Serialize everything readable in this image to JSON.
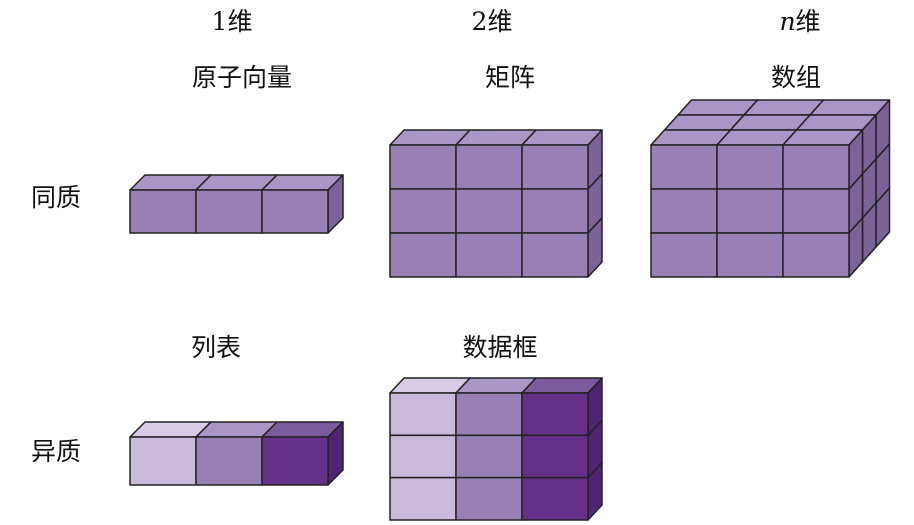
{
  "columns": [
    {
      "dim_prefix": "1",
      "dim_suffix": "维",
      "name": "原子向量"
    },
    {
      "dim_prefix": "2",
      "dim_suffix": "维",
      "name": "矩阵"
    },
    {
      "dim_prefix": "n",
      "dim_suffix": "维",
      "name": "数组"
    }
  ],
  "rows": [
    {
      "label": "同质"
    },
    {
      "label": "异质"
    }
  ],
  "heterogeneous_names": [
    "列表",
    "数据框"
  ],
  "colors": {
    "uniform": {
      "front": "#9880b4",
      "top": "#a995c6",
      "side": "#7b6399"
    },
    "light": {
      "front": "#c9badb",
      "top": "#d7cbe6",
      "side": "#ac9bc2"
    },
    "medium": {
      "front": "#9880b4",
      "top": "#a995c6",
      "side": "#7b6399"
    },
    "dark": {
      "front": "#643088",
      "top": "#7c5a9e",
      "side": "#502475"
    },
    "edge": "#222222"
  },
  "blocks": [
    {
      "id": "atomic-vector",
      "cols": 3,
      "rows": 1,
      "layers": 1,
      "col_colors": [
        "uniform",
        "uniform",
        "uniform"
      ]
    },
    {
      "id": "matrix",
      "cols": 3,
      "rows": 3,
      "layers": 1,
      "col_colors": [
        "uniform",
        "uniform",
        "uniform"
      ]
    },
    {
      "id": "array",
      "cols": 3,
      "rows": 3,
      "layers": 3,
      "col_colors": [
        "uniform",
        "uniform",
        "uniform"
      ]
    },
    {
      "id": "list",
      "cols": 3,
      "rows": 1,
      "layers": 1,
      "col_colors": [
        "light",
        "medium",
        "dark"
      ]
    },
    {
      "id": "data-frame",
      "cols": 3,
      "rows": 3,
      "layers": 1,
      "col_colors": [
        "light",
        "medium",
        "dark"
      ]
    }
  ]
}
